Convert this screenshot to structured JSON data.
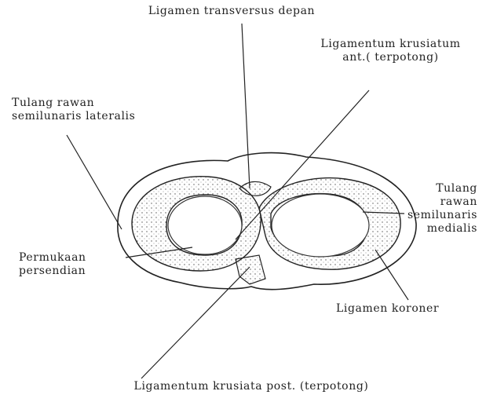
{
  "labels": {
    "top": "Ligamen transversus depan",
    "top_right": [
      "Ligamentum krusiatum",
      "ant.( terpotong)"
    ],
    "left_top": [
      "Tulang rawan",
      "semilunaris lateralis"
    ],
    "right_mid": [
      "Tulang",
      "rawan",
      "semilunaris",
      "medialis"
    ],
    "left_bottom": [
      "Permukaan",
      "persendian"
    ],
    "right_bottom": "Ligamen koroner",
    "bottom": "Ligamentum krusiata post. (terpotong)"
  }
}
